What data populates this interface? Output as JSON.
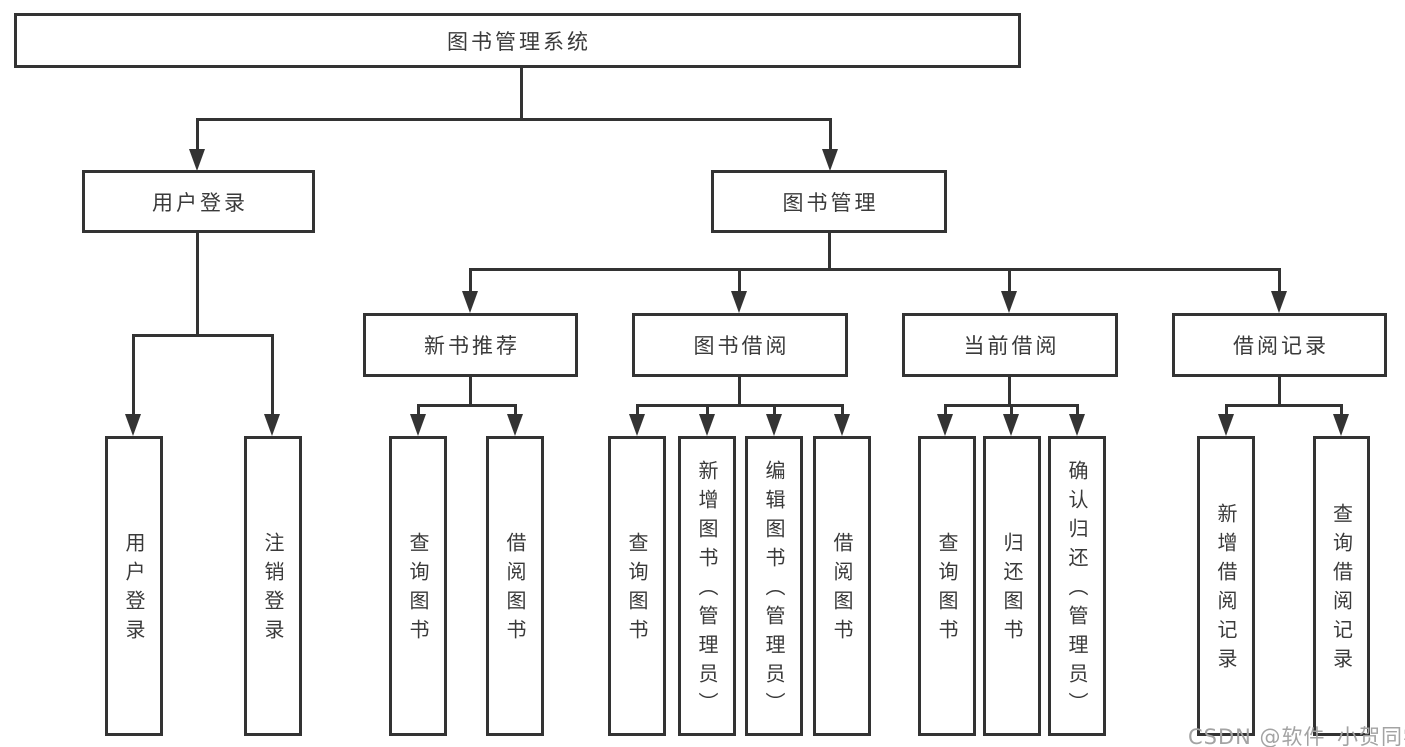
{
  "diagram": {
    "root": {
      "label": "图书管理系统"
    },
    "level1": [
      {
        "id": "user-login",
        "label": "用户登录"
      },
      {
        "id": "book-management",
        "label": "图书管理"
      }
    ],
    "level2": [
      {
        "id": "new-book-recommendation",
        "label": "新书推荐",
        "parent": "book-management"
      },
      {
        "id": "book-borrowing",
        "label": "图书借阅",
        "parent": "book-management"
      },
      {
        "id": "current-borrowing",
        "label": "当前借阅",
        "parent": "book-management"
      },
      {
        "id": "borrowing-records",
        "label": "借阅记录",
        "parent": "book-management"
      }
    ],
    "leaves": [
      {
        "label": "用户登录",
        "parent": "user-login"
      },
      {
        "label": "注销登录",
        "parent": "user-login"
      },
      {
        "label": "查询图书",
        "parent": "new-book-recommendation"
      },
      {
        "label": "借阅图书",
        "parent": "new-book-recommendation"
      },
      {
        "label": "查询图书",
        "parent": "book-borrowing"
      },
      {
        "label": "新增图书（管理员）",
        "parent": "book-borrowing"
      },
      {
        "label": "编辑图书（管理员）",
        "parent": "book-borrowing"
      },
      {
        "label": "借阅图书",
        "parent": "book-borrowing"
      },
      {
        "label": "查询图书",
        "parent": "current-borrowing"
      },
      {
        "label": "归还图书",
        "parent": "current-borrowing"
      },
      {
        "label": "确认归还（管理员）",
        "parent": "current-borrowing"
      },
      {
        "label": "新增借阅记录",
        "parent": "borrowing-records"
      },
      {
        "label": "查询借阅记录",
        "parent": "borrowing-records"
      }
    ]
  },
  "watermark": "CSDN @软件_小贺同学",
  "colors": {
    "line": "#333333",
    "text": "#3a3a3a",
    "watermark": "#a3a3a3",
    "background": "#ffffff"
  }
}
